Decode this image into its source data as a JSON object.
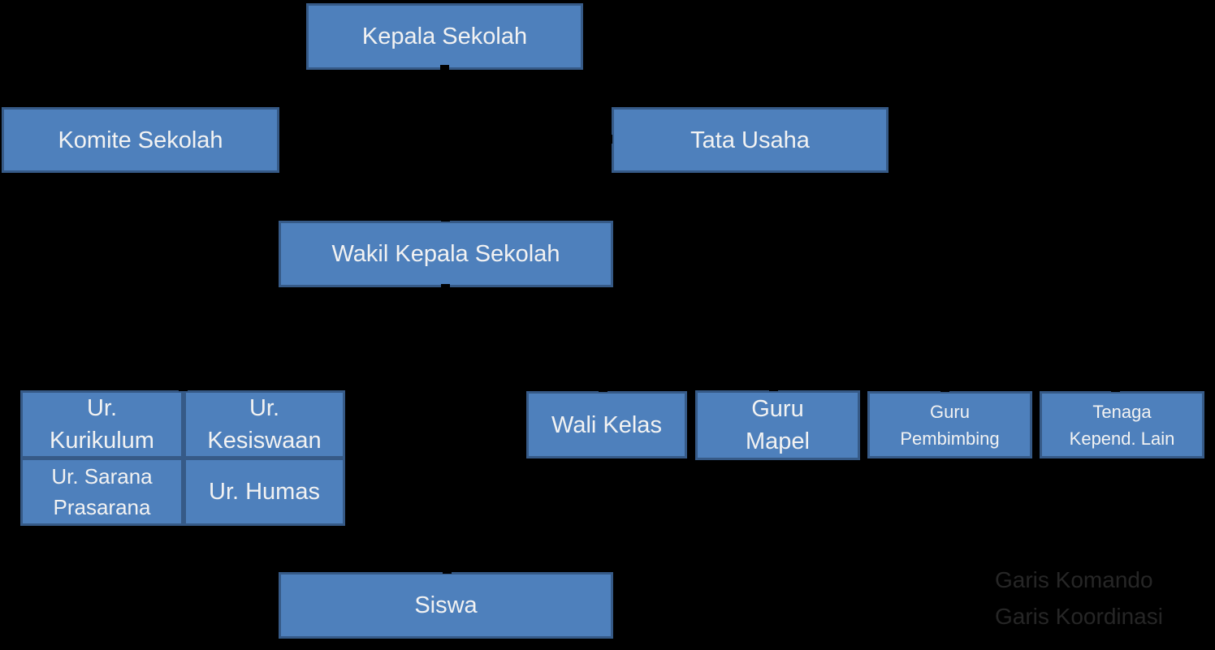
{
  "background": "#000000",
  "colors": {
    "background": "#000000",
    "box_fill": "#4E80BC",
    "box_border": "#365A87",
    "box_text": "#F2F2F2",
    "legend_text": "#262626"
  },
  "nodes": {
    "kepala_sekolah": {
      "lines": [
        "Kepala Sekolah"
      ]
    },
    "komite_sekolah": {
      "lines": [
        "Komite Sekolah"
      ]
    },
    "tata_usaha": {
      "lines": [
        "Tata Usaha"
      ]
    },
    "wakil_kepala_sekolah": {
      "lines": [
        "Wakil Kepala Sekolah"
      ]
    },
    "ur_kurikulum": {
      "lines": [
        "Ur.",
        "Kurikulum"
      ]
    },
    "ur_kesiswaan": {
      "lines": [
        "Ur.",
        "Kesiswaan"
      ]
    },
    "ur_sarana_prasarana": {
      "lines": [
        "Ur. Sarana",
        "Prasarana"
      ]
    },
    "ur_humas": {
      "lines": [
        "Ur. Humas"
      ]
    },
    "wali_kelas": {
      "lines": [
        "Wali Kelas"
      ]
    },
    "guru_mapel": {
      "lines": [
        "Guru",
        "Mapel"
      ]
    },
    "guru_pembimbing": {
      "lines": [
        "Guru",
        "Pembimbing"
      ]
    },
    "tenaga_kepend_lain": {
      "lines": [
        "Tenaga",
        "Kepend. Lain"
      ]
    },
    "siswa": {
      "lines": [
        "Siswa"
      ]
    }
  },
  "legend": {
    "items": [
      {
        "label": "Garis Komando"
      },
      {
        "label": "Garis Koordinasi"
      }
    ]
  }
}
